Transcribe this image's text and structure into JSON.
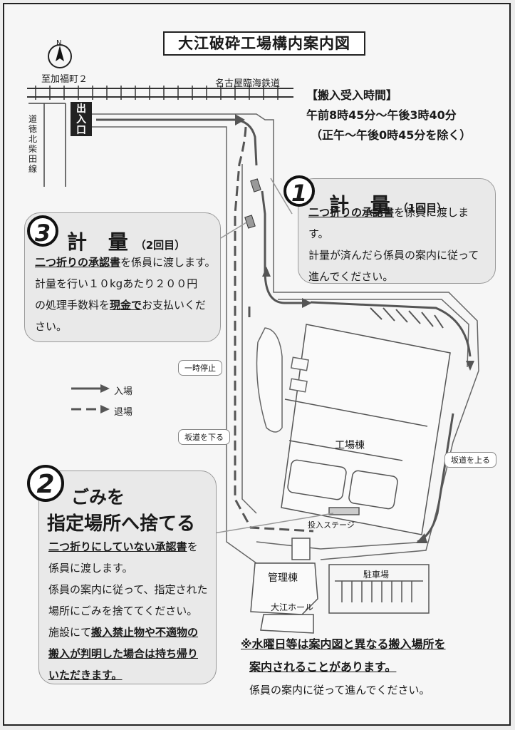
{
  "title": "大江破砕工場構内案内図",
  "north": "N",
  "labels": {
    "kafukucho": "至加福町２",
    "railway": "名古屋臨海鉄道",
    "entrance": "出入口",
    "road": "道徳北柴田線",
    "stop": "一時停止",
    "slope_down": "坂道を下る",
    "slope_up": "坂道を上る",
    "factory": "工場棟",
    "stage": "投入ステージ",
    "admin": "管理棟",
    "hall": "大江ホール",
    "parking": "駐車場"
  },
  "legend": {
    "in": "入場",
    "out": "退場"
  },
  "hours": {
    "title": "【搬入受入時間】",
    "time": "午前8時45分～午後3時40分",
    "note": "（正午～午後0時45分を除く）"
  },
  "step1": {
    "num": "1",
    "title": "計 量",
    "sub": "（1回目）",
    "l1_u": "二つ折りの承認書",
    "l1": "を係員に渡します。",
    "l2": "計量が済んだら係員の案内に従って",
    "l3": "進んでください。"
  },
  "step3": {
    "num": "3",
    "title": "計 量",
    "sub": "（2回目）",
    "l1_u": "二つ折りの承認書",
    "l1": "を係員に渡します。",
    "l2": "計量を行い１０kgあたり２００円",
    "l3a": "の処理手数料を",
    "l3_u": "現金で",
    "l3b": "お支払いくだ",
    "l4": "さい。"
  },
  "step2": {
    "num": "2",
    "title1": "ごみを",
    "title2": "指定場所へ捨てる",
    "l1_u": "二つ折りにしていない承認書",
    "l1": "を",
    "l2": "係員に渡します。",
    "l3": "係員の案内に従って、指定された",
    "l4": "場所にごみを捨ててください。",
    "l5a": "施設にて",
    "l5_u": "搬入禁止物や不適物の",
    "l6_u": "搬入が判明した場合は持ち帰り",
    "l7_u": "いただきます。"
  },
  "notice": {
    "l1": "※水曜日等は案内図と異なる搬入場所を",
    "l2": "案内されることがあります。",
    "l3": "係員の案内に従って進んでください。"
  }
}
